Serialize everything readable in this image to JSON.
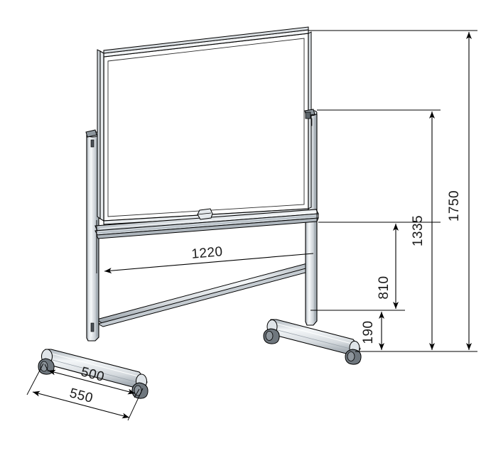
{
  "drawing": {
    "title": "Mobile whiteboard dimensioned technical drawing",
    "units": "mm",
    "line_color": "#000000",
    "metal_light": "#e8ecef",
    "metal_mid": "#c8ced3",
    "metal_dark": "#9aa3ab",
    "caster_color": "#6f777e",
    "board_face": "#ffffff"
  },
  "dimensions": {
    "overall_height": "1750",
    "board_top_height": "1335",
    "tray_height": "810",
    "base_height": "190",
    "board_width": "1220",
    "foot_inner": "500",
    "foot_outer": "550"
  },
  "parts": {
    "board": "whiteboard-panel",
    "tray": "pen-tray",
    "tray_clip": "tray-clip",
    "left_post": "left-upright-post",
    "right_post": "right-upright-post",
    "left_foot": "left-base-foot",
    "right_foot": "right-base-foot",
    "pivot": "board-pivot-bracket"
  }
}
